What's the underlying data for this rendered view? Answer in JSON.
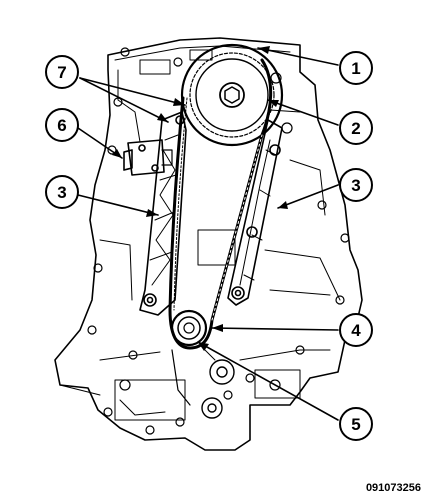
{
  "figure_id": "091073256",
  "callouts": [
    {
      "id": "c1",
      "label": "1"
    },
    {
      "id": "c2",
      "label": "2"
    },
    {
      "id": "c3r",
      "label": "3"
    },
    {
      "id": "c3l",
      "label": "3"
    },
    {
      "id": "c4",
      "label": "4"
    },
    {
      "id": "c5",
      "label": "5"
    },
    {
      "id": "c6",
      "label": "6"
    },
    {
      "id": "c7",
      "label": "7"
    }
  ]
}
